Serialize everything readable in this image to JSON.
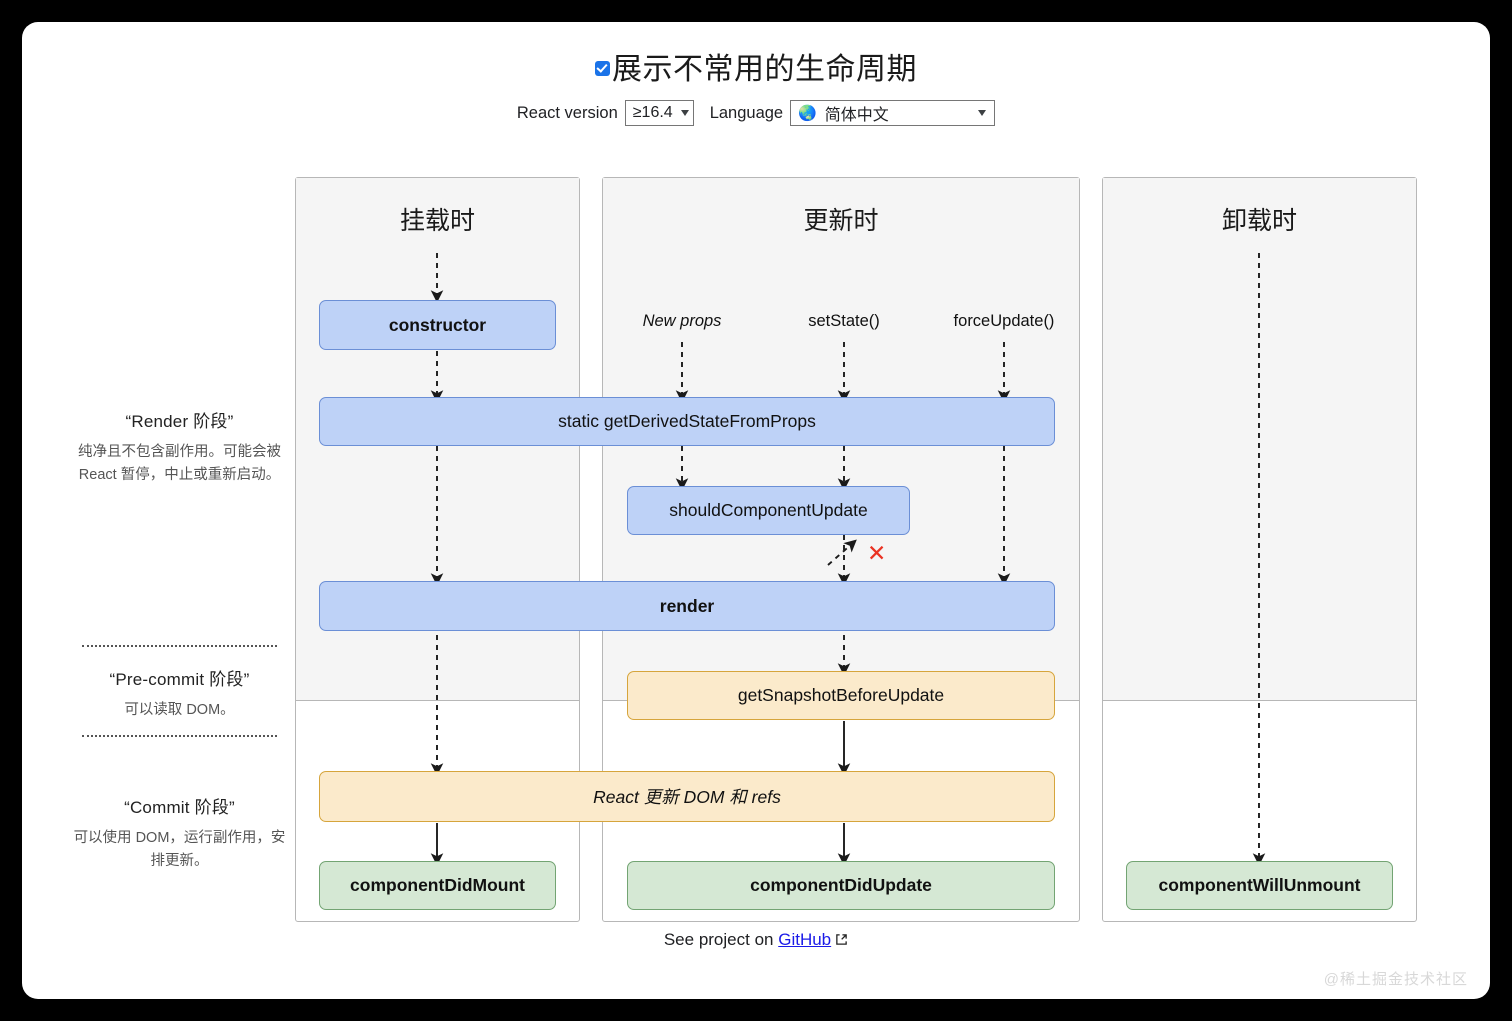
{
  "header": {
    "checkbox_checked": true,
    "title": "展示不常用的生命周期",
    "react_version_label": "React version",
    "react_version_value": "≥16.4",
    "language_label": "Language",
    "language_value": "简体中文",
    "language_icon": "globe-icon"
  },
  "legend": [
    {
      "title": "“Render 阶段”",
      "desc": "纯净且不包含副作用。可能会被 React 暂停，中止或重新启动。"
    },
    {
      "title": "“Pre-commit 阶段”",
      "desc": "可以读取 DOM。"
    },
    {
      "title": "“Commit 阶段”",
      "desc": "可以使用 DOM，运行副作用，安排更新。"
    }
  ],
  "columns": [
    {
      "id": "mount",
      "title": "挂载时"
    },
    {
      "id": "update",
      "title": "更新时"
    },
    {
      "id": "unmount",
      "title": "卸载时"
    }
  ],
  "triggers": [
    {
      "label": "New props",
      "italic": true
    },
    {
      "label": "setState()",
      "italic": false
    },
    {
      "label": "forceUpdate()",
      "italic": false
    }
  ],
  "nodes": {
    "constructor": "constructor",
    "get_derived_state": "static getDerivedStateFromProps",
    "should_component_update": "shouldComponentUpdate",
    "render": "render",
    "get_snapshot": "getSnapshotBeforeUpdate",
    "react_updates_dom": "React 更新 DOM 和 refs",
    "component_did_mount": "componentDidMount",
    "component_did_update": "componentDidUpdate",
    "component_will_unmount": "componentWillUnmount"
  },
  "skip_marker": "✕",
  "footer": {
    "prefix": "See project on",
    "link": "GitHub",
    "external_icon": "external-link-icon"
  },
  "watermark": "@稀土掘金技术社区",
  "colors": {
    "blue_fill": "#bed2f7",
    "blue_border": "#6b8fd6",
    "orange_fill": "#fbeacb",
    "orange_border": "#d6a53c",
    "green_fill": "#d5e8d4",
    "green_border": "#73a473",
    "accent_checkbox": "#1a73e8",
    "link": "#1a1ae8",
    "skip_marker": "#ea3323"
  }
}
